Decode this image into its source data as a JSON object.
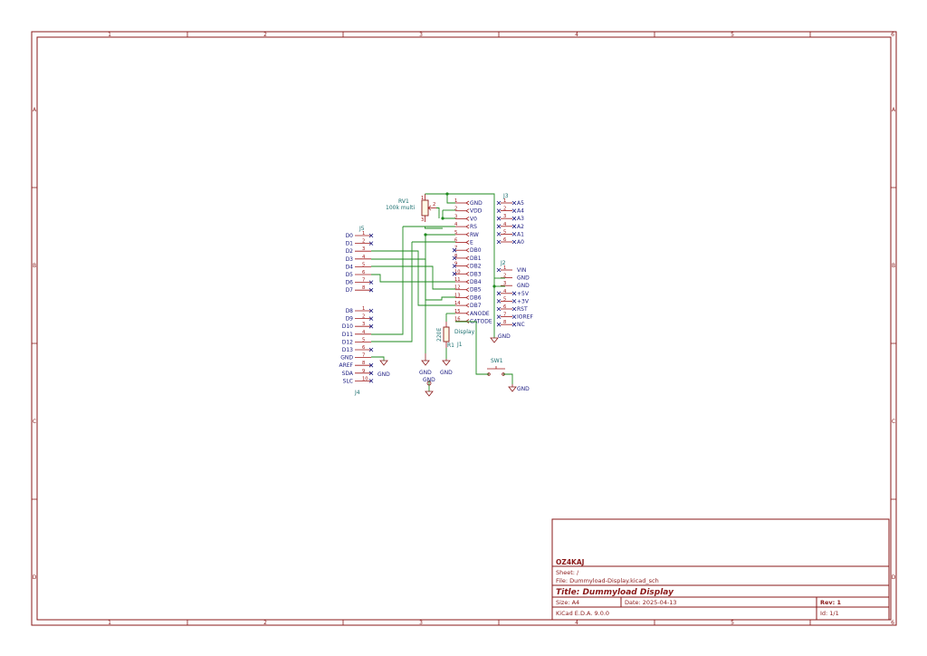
{
  "sheet": {
    "zones_top": [
      "1",
      "2",
      "3",
      "4",
      "5",
      "6"
    ],
    "zones_side": [
      "A",
      "B",
      "C",
      "D"
    ]
  },
  "title_block": {
    "company": "OZ4KAJ",
    "sheet": "Sheet: /",
    "file": "File: Dummyload-Display.kicad_sch",
    "title": "Title: Dummyload Display",
    "size": "Size: A4",
    "date": "Date: 2025-04-13",
    "rev": "Rev: 1",
    "tool": "KiCad E.D.A. 9.0.0",
    "id": "Id: 1/1"
  },
  "components": {
    "rv1": {
      "ref": "RV1",
      "value": "100k multi",
      "pin_numbers": [
        "1",
        "2",
        "3"
      ]
    },
    "r1": {
      "ref": "R1",
      "value": "220E"
    },
    "sw1": {
      "ref": "SW1"
    },
    "j1": {
      "ref": "J1",
      "value": "Display"
    },
    "j2": {
      "ref": "J2"
    },
    "j3": {
      "ref": "J3"
    },
    "j4": {
      "ref": "J4"
    },
    "j5": {
      "ref": "J5"
    }
  },
  "display_pins": [
    {
      "num": "1",
      "name": "GND"
    },
    {
      "num": "2",
      "name": "VDD"
    },
    {
      "num": "3",
      "name": "V0"
    },
    {
      "num": "4",
      "name": "RS"
    },
    {
      "num": "5",
      "name": "RW"
    },
    {
      "num": "6",
      "name": "E"
    },
    {
      "num": "7",
      "name": "DB0"
    },
    {
      "num": "8",
      "name": "DB1"
    },
    {
      "num": "9",
      "name": "DB2"
    },
    {
      "num": "10",
      "name": "DB3"
    },
    {
      "num": "11",
      "name": "DB4"
    },
    {
      "num": "12",
      "name": "DB5"
    },
    {
      "num": "13",
      "name": "DB6"
    },
    {
      "num": "14",
      "name": "DB7"
    },
    {
      "num": "15",
      "name": "ANODE"
    },
    {
      "num": "16",
      "name": "CATODE"
    }
  ],
  "j5_pins": [
    {
      "num": "1",
      "name": "D0"
    },
    {
      "num": "2",
      "name": "D1"
    },
    {
      "num": "3",
      "name": "D2"
    },
    {
      "num": "4",
      "name": "D3"
    },
    {
      "num": "5",
      "name": "D4"
    },
    {
      "num": "6",
      "name": "D5"
    },
    {
      "num": "7",
      "name": "D6"
    },
    {
      "num": "8",
      "name": "D7"
    }
  ],
  "j4_pins": [
    {
      "num": "1",
      "name": "D8"
    },
    {
      "num": "2",
      "name": "D9"
    },
    {
      "num": "3",
      "name": "D10"
    },
    {
      "num": "4",
      "name": "D11"
    },
    {
      "num": "5",
      "name": "D12"
    },
    {
      "num": "6",
      "name": "D13"
    },
    {
      "num": "7",
      "name": "GND"
    },
    {
      "num": "8",
      "name": "AREF"
    },
    {
      "num": "9",
      "name": "SDA"
    },
    {
      "num": "10",
      "name": "SLC"
    }
  ],
  "j3_pins": [
    {
      "num": "1",
      "name": "A5"
    },
    {
      "num": "2",
      "name": "A4"
    },
    {
      "num": "3",
      "name": "A3"
    },
    {
      "num": "4",
      "name": "A2"
    },
    {
      "num": "5",
      "name": "A1"
    },
    {
      "num": "6",
      "name": "A0"
    }
  ],
  "j2_pins": [
    {
      "num": "1",
      "name": "VIN"
    },
    {
      "num": "2",
      "name": "GND"
    },
    {
      "num": "3",
      "name": "GND"
    },
    {
      "num": "4",
      "name": "+5V"
    },
    {
      "num": "5",
      "name": "+3V"
    },
    {
      "num": "6",
      "name": "RST"
    },
    {
      "num": "7",
      "name": "IOREF"
    },
    {
      "num": "8",
      "name": "NC"
    }
  ],
  "power": {
    "gnd": "GND"
  }
}
